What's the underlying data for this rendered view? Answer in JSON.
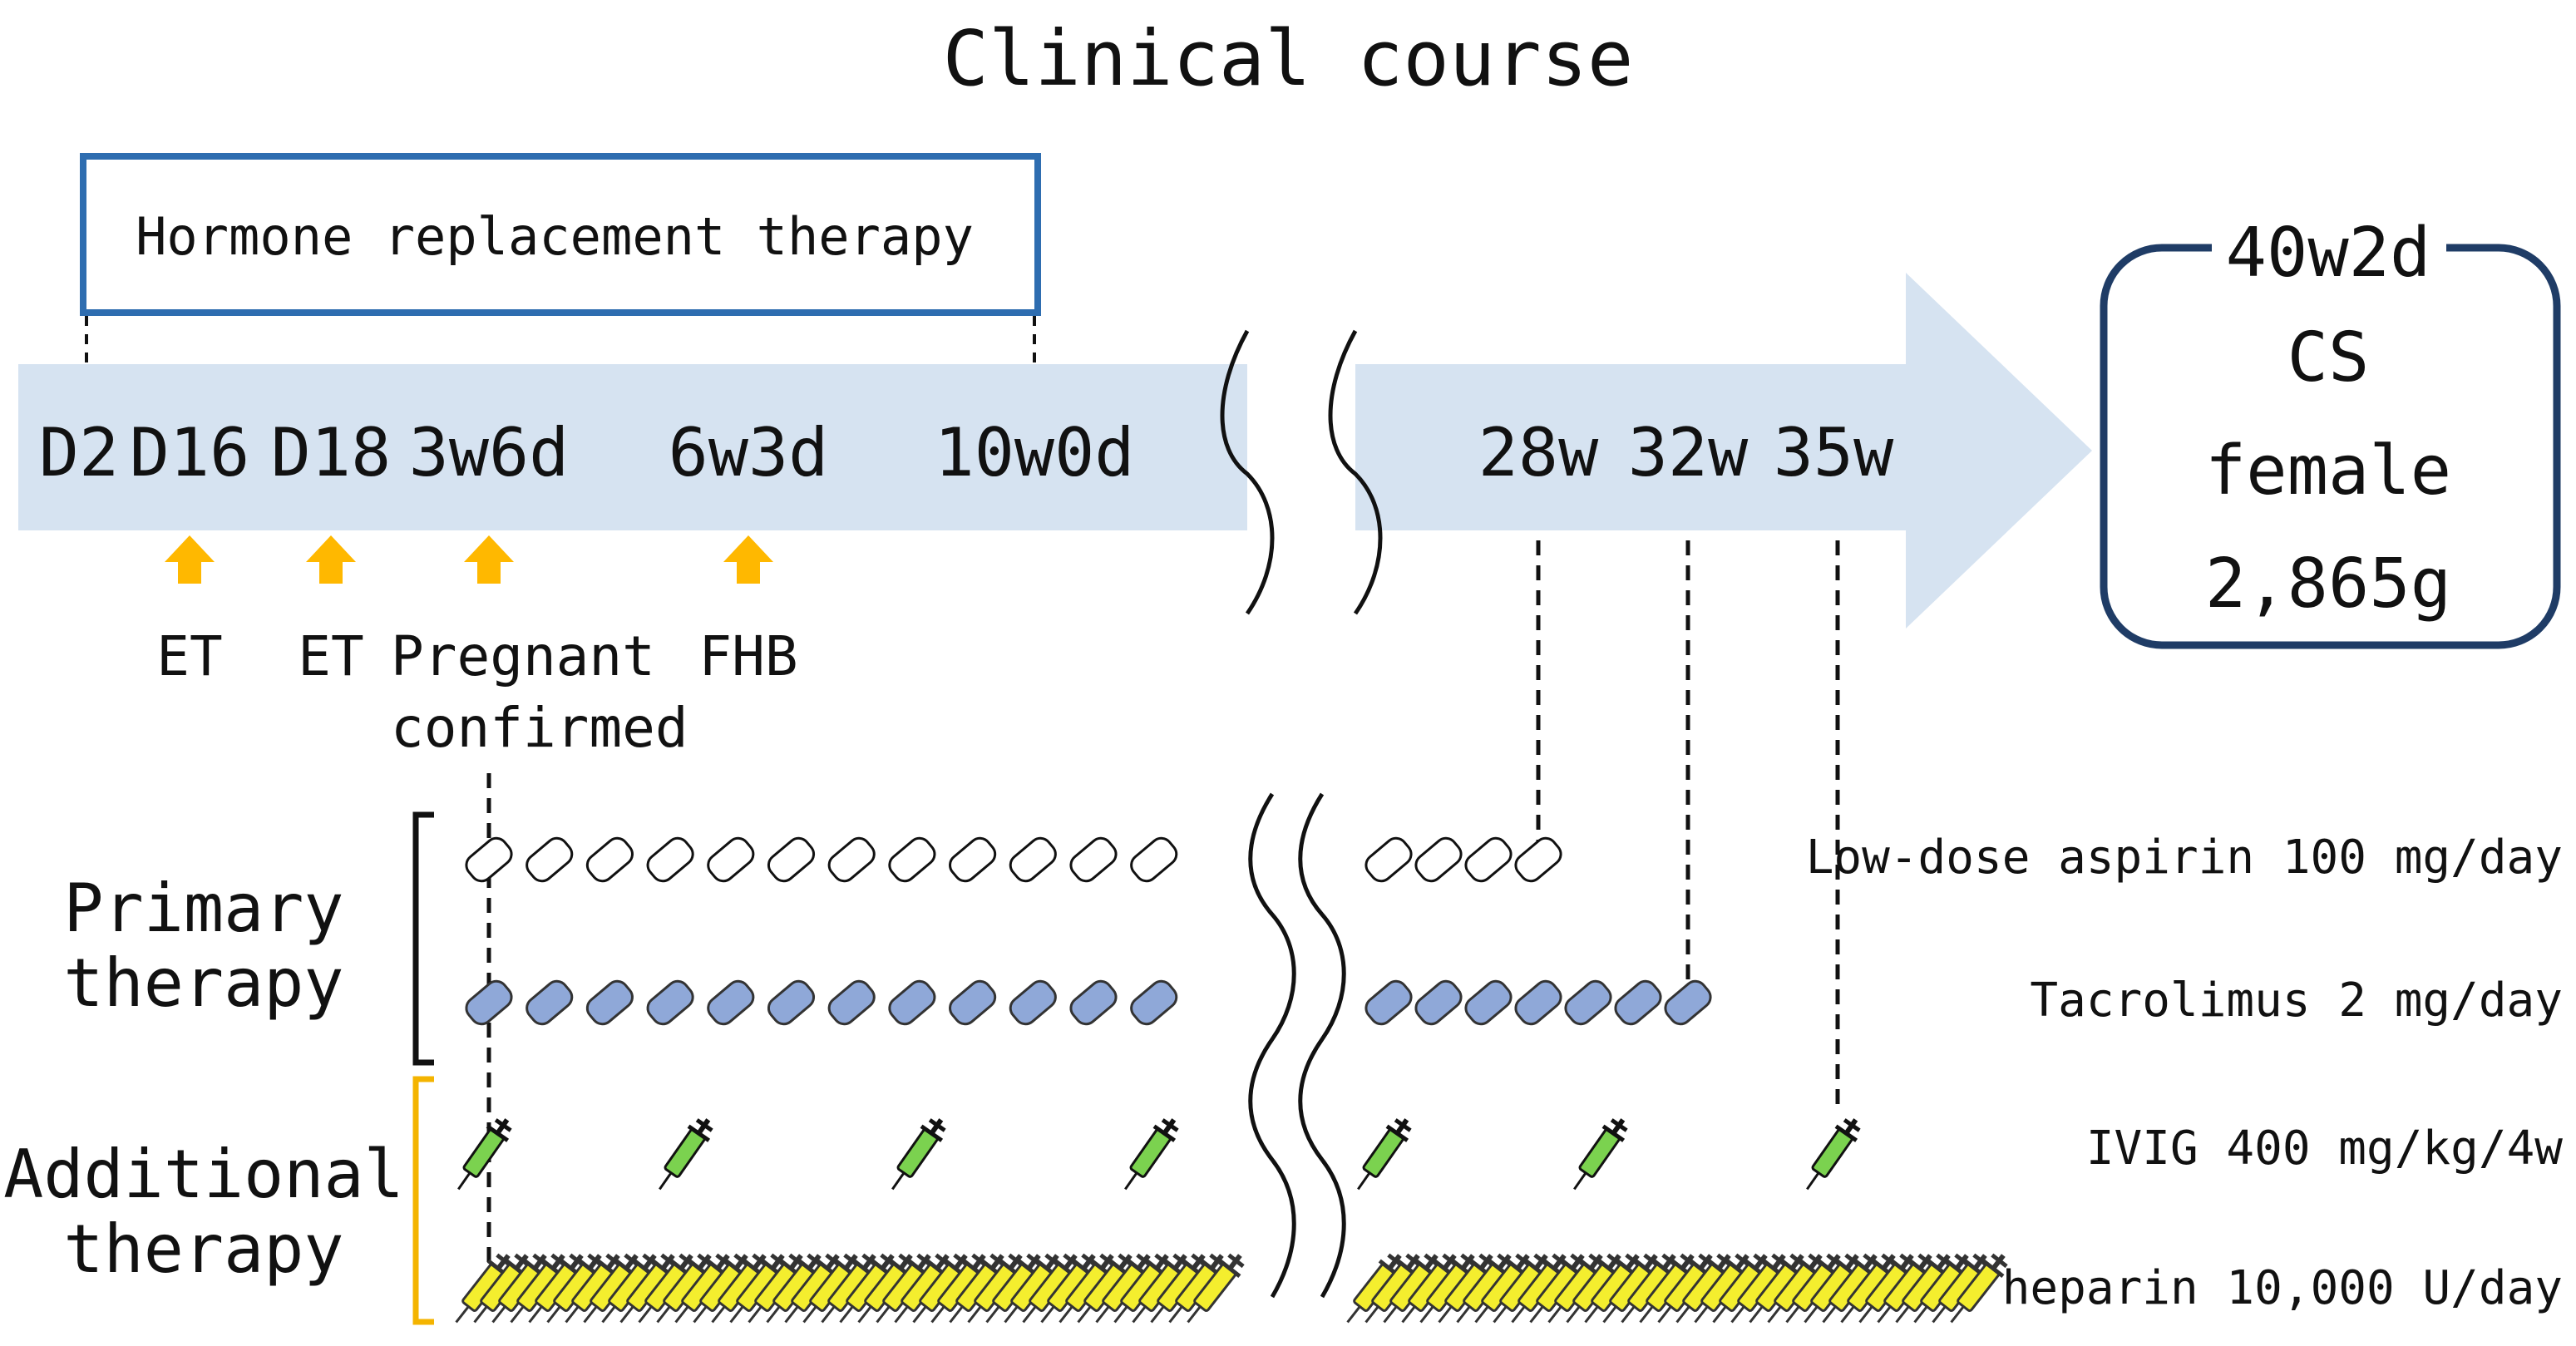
{
  "title": "Clinical course",
  "hrt_label": "Hormone replacement therapy",
  "timeline": {
    "labels": [
      "D2",
      "D16",
      "D18",
      "3w6d",
      "6w3d",
      "10w0d",
      "28w",
      "32w",
      "35w"
    ]
  },
  "events": [
    {
      "label": "ET"
    },
    {
      "label": "ET"
    },
    {
      "label": "Pregnant",
      "label2": "confirmed"
    },
    {
      "label": "FHB"
    }
  ],
  "outcome": {
    "week": "40w2d",
    "delivery": "CS",
    "sex": "female",
    "weight": "2,865g"
  },
  "groups": {
    "primary": [
      "Primary",
      "therapy"
    ],
    "additional": [
      "Additional",
      "therapy"
    ]
  },
  "treatments": [
    {
      "label": "Low-dose aspirin 100 mg/day"
    },
    {
      "label": "Tacrolimus 2 mg/day"
    },
    {
      "label": "IVIG 400 mg/kg/4w"
    },
    {
      "label": "heparin 10,000 U/day"
    }
  ],
  "colors": {
    "arrow": "#d6e3f1",
    "hrt_box": "#2e6db0",
    "outcome_box": "#1f3c66",
    "event_arrow": "#ffb800",
    "tacrolimus_pill": "#8fa8d8",
    "aspirin_pill": "#ffffff",
    "ivig_syringe": "#7bd24f",
    "heparin_syringe": "#f4ee2e",
    "primary_bracket": "#111111",
    "additional_bracket": "#f4b400"
  },
  "icons": {
    "event_marker": "up-arrow-icon",
    "aspirin": "white-pill-icon",
    "tacrolimus": "blue-pill-icon",
    "ivig": "green-syringe-icon",
    "heparin": "yellow-syringe-icon"
  }
}
